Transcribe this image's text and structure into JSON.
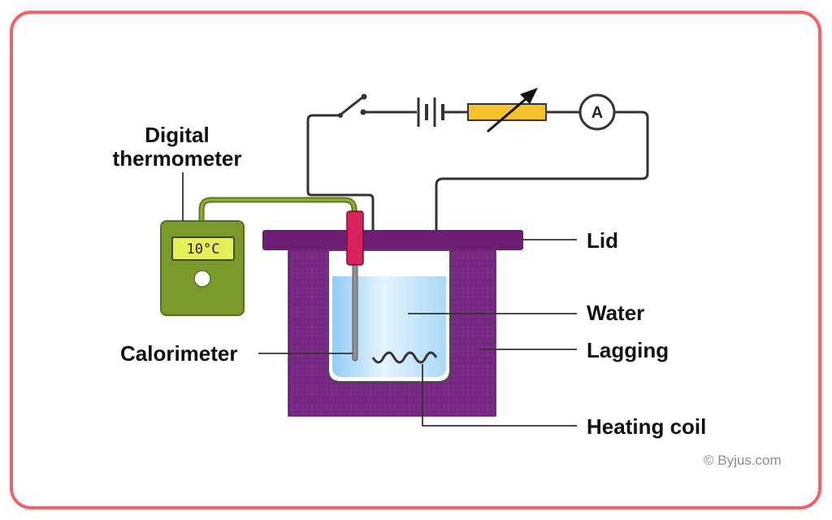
{
  "labels": {
    "thermometer_line1": "Digital",
    "thermometer_line2": "thermometer",
    "lid": "Lid",
    "water": "Water",
    "lagging": "Lagging",
    "calorimeter": "Calorimeter",
    "heating_coil": "Heating coil"
  },
  "thermometer_reading": "10°C",
  "ammeter_symbol": "A",
  "copyright": "© Byjus.com",
  "colors": {
    "border": "#f26163",
    "lagging": "#7a2c86",
    "lid": "#6c1f74",
    "water": "#bfe3fb",
    "thermometer_body": "#7a9a2c",
    "lcd_screen": "#e6ef5a",
    "probe_handle": "#d8225c",
    "resistor": "#f5c22b",
    "wire": "#333333"
  }
}
